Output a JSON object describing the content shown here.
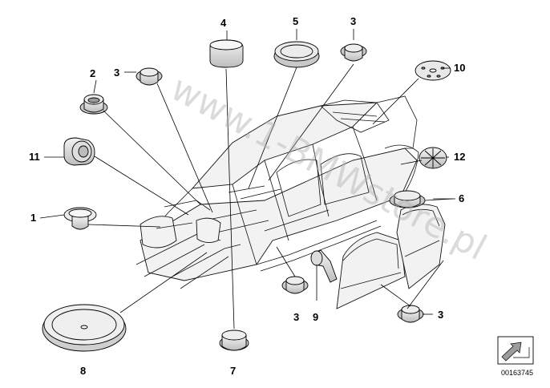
{
  "watermark": "www.1-BMWstore.pl",
  "reference_number": "00163745",
  "callouts": {
    "c1": "1",
    "c2": "2",
    "c3a": "3",
    "c3b": "3",
    "c3c": "3",
    "c3d": "3",
    "c4": "4",
    "c5": "5",
    "c6": "6",
    "c7": "7",
    "c8": "8",
    "c9": "9",
    "c10": "10",
    "c11": "11",
    "c12": "12"
  },
  "colors": {
    "part_fill": "#e9e9e9",
    "part_shade": "#c9c9c9",
    "line": "#000000"
  }
}
